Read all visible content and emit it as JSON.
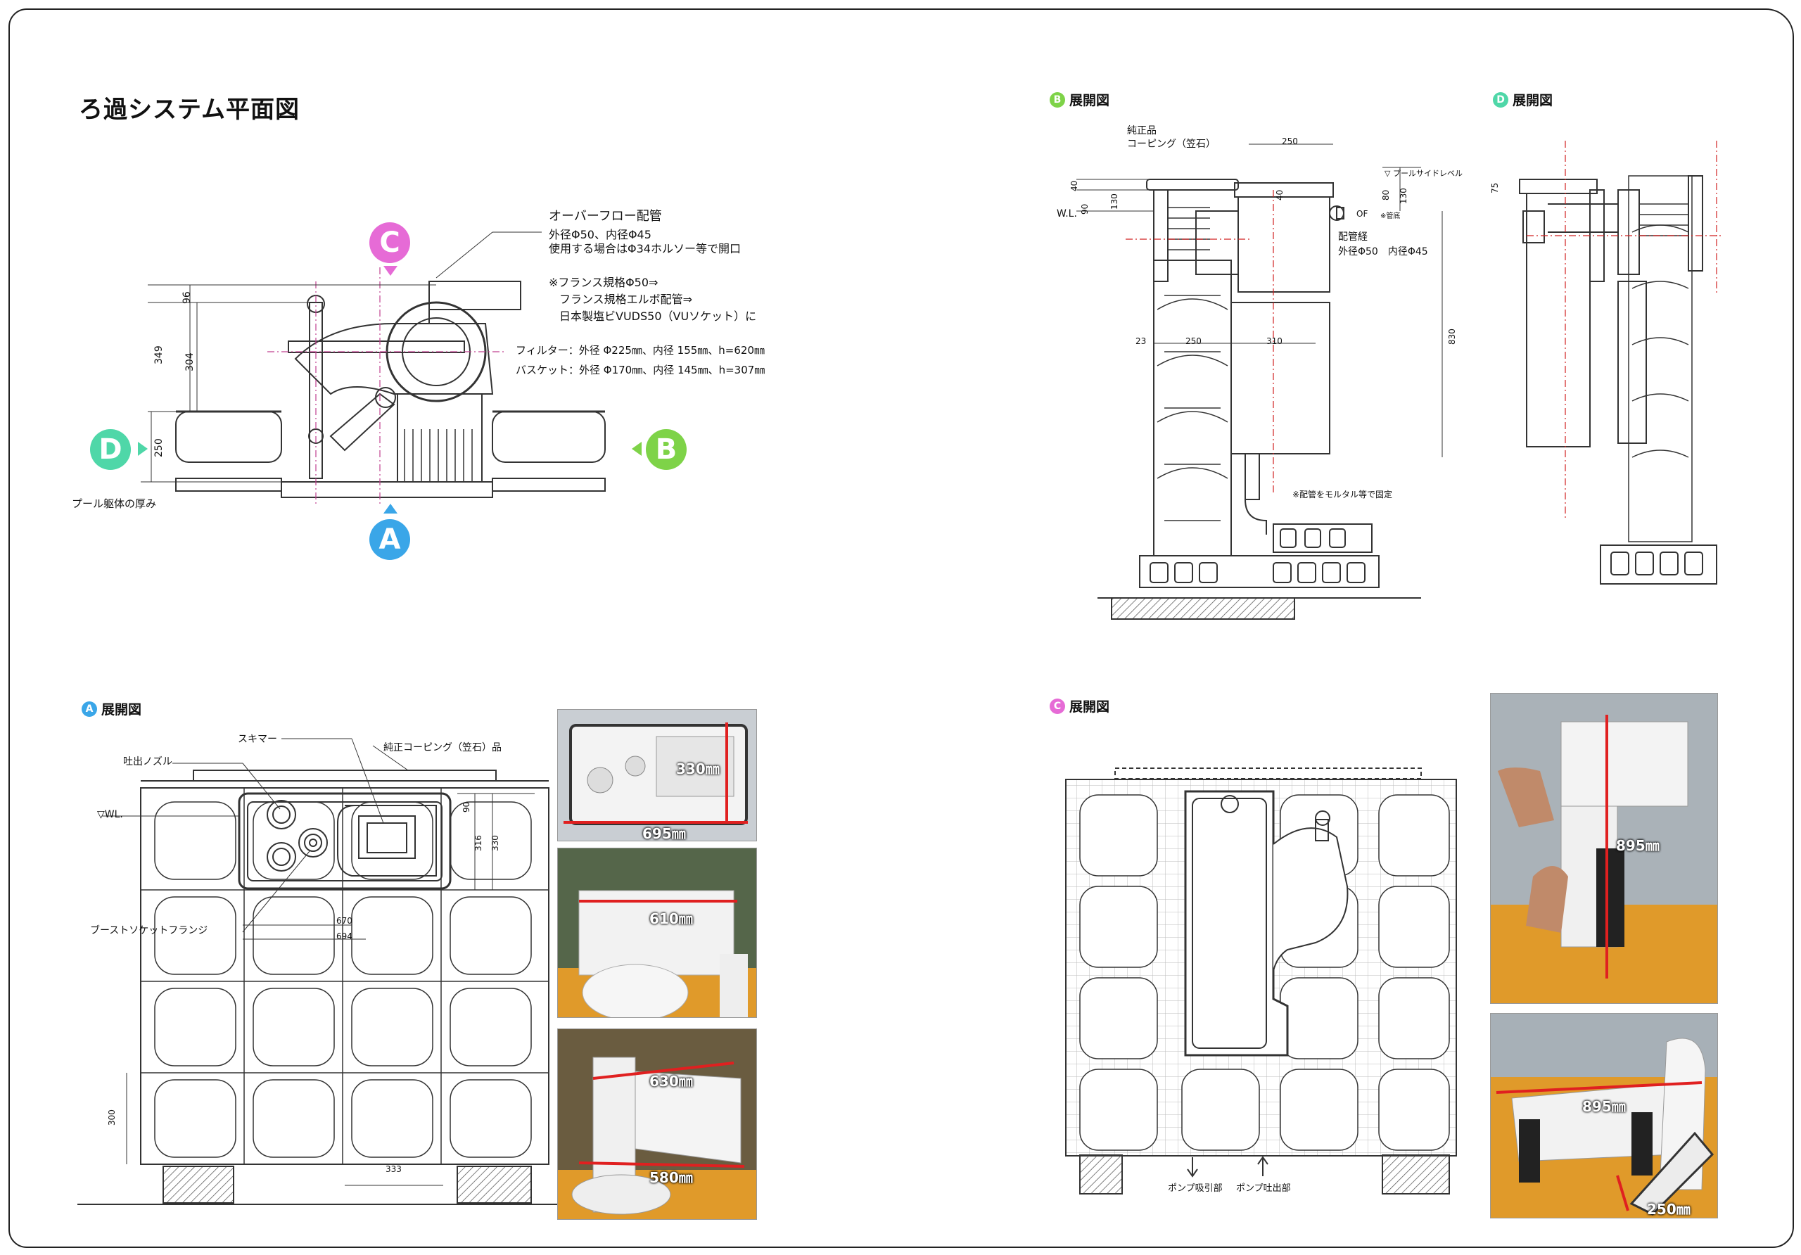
{
  "title": "ろ過システム平面図",
  "colors": {
    "A": "#3aa6e8",
    "B": "#7ed348",
    "C": "#e66bd6",
    "D": "#4fd7a8",
    "red": "#e02020"
  },
  "plan": {
    "labels": {
      "A": "A",
      "B": "B",
      "C": "C",
      "D": "D"
    },
    "overflow_title": "オーバーフロー配管",
    "overflow_lines": [
      "外径Φ50、内径Φ45",
      "使用する場合はΦ34ホルソー等で開口"
    ],
    "flange_lines": [
      "※フランス規格Φ50⇒",
      "フランス規格エルボ配管⇒",
      "日本製塩ビVUDS50（VUソケット）に"
    ],
    "filter": "フィルター：外径 Φ225㎜、内径 155㎜、h=620㎜",
    "basket": "バスケット：外径 Φ170㎜、内径 145㎜、h=307㎜",
    "pool_thickness": "プール躯体の厚み",
    "dims": {
      "d96": "96",
      "d349": "349",
      "d304": "304",
      "d250": "250"
    }
  },
  "sectionB": {
    "heading": "展開図",
    "letter": "B",
    "coping": [
      "純正品",
      "コーピング（笠石）"
    ],
    "poolside": "▽ プールサイドレベル",
    "pipe_lines": [
      "配管経",
      "外径Φ50　内径Φ45"
    ],
    "mortar": "※配管をモルタル等で固定",
    "of": "OF",
    "pipe_top": "※管底",
    "wl": "W.L.",
    "dims": {
      "d250top": "250",
      "d40": "40",
      "d90": "90",
      "d130": "130",
      "d40b": "40",
      "d80": "80",
      "d130b": "130",
      "d23": "23",
      "d250mid": "250",
      "d310": "310",
      "d830": "830"
    }
  },
  "sectionD": {
    "heading": "展開図",
    "letter": "D",
    "dims": {
      "d75": "75"
    }
  },
  "sectionA": {
    "heading": "展開図",
    "letter": "A",
    "skimmer": "スキマー",
    "coping": "純正コーピング（笠石）品",
    "nozzle": "吐出ノズル",
    "wl": "▽WL.",
    "flange": "ブーストソケットフランジ",
    "dims": {
      "d90": "90",
      "d316": "316",
      "d330": "330",
      "d670": "670",
      "d694": "694",
      "d300": "300",
      "d333": "333"
    },
    "photos": [
      {
        "label": "330㎜"
      },
      {
        "label": "695㎜"
      },
      {
        "label": "610㎜"
      },
      {
        "label": "630㎜"
      },
      {
        "label": "580㎜"
      }
    ]
  },
  "sectionC": {
    "heading": "展開図",
    "letter": "C",
    "pump_in": "ポンプ吸引部",
    "pump_out": "ポンプ吐出部",
    "photos": [
      {
        "label": "895㎜"
      },
      {
        "label": "895㎜"
      },
      {
        "label": "250㎜"
      }
    ]
  }
}
